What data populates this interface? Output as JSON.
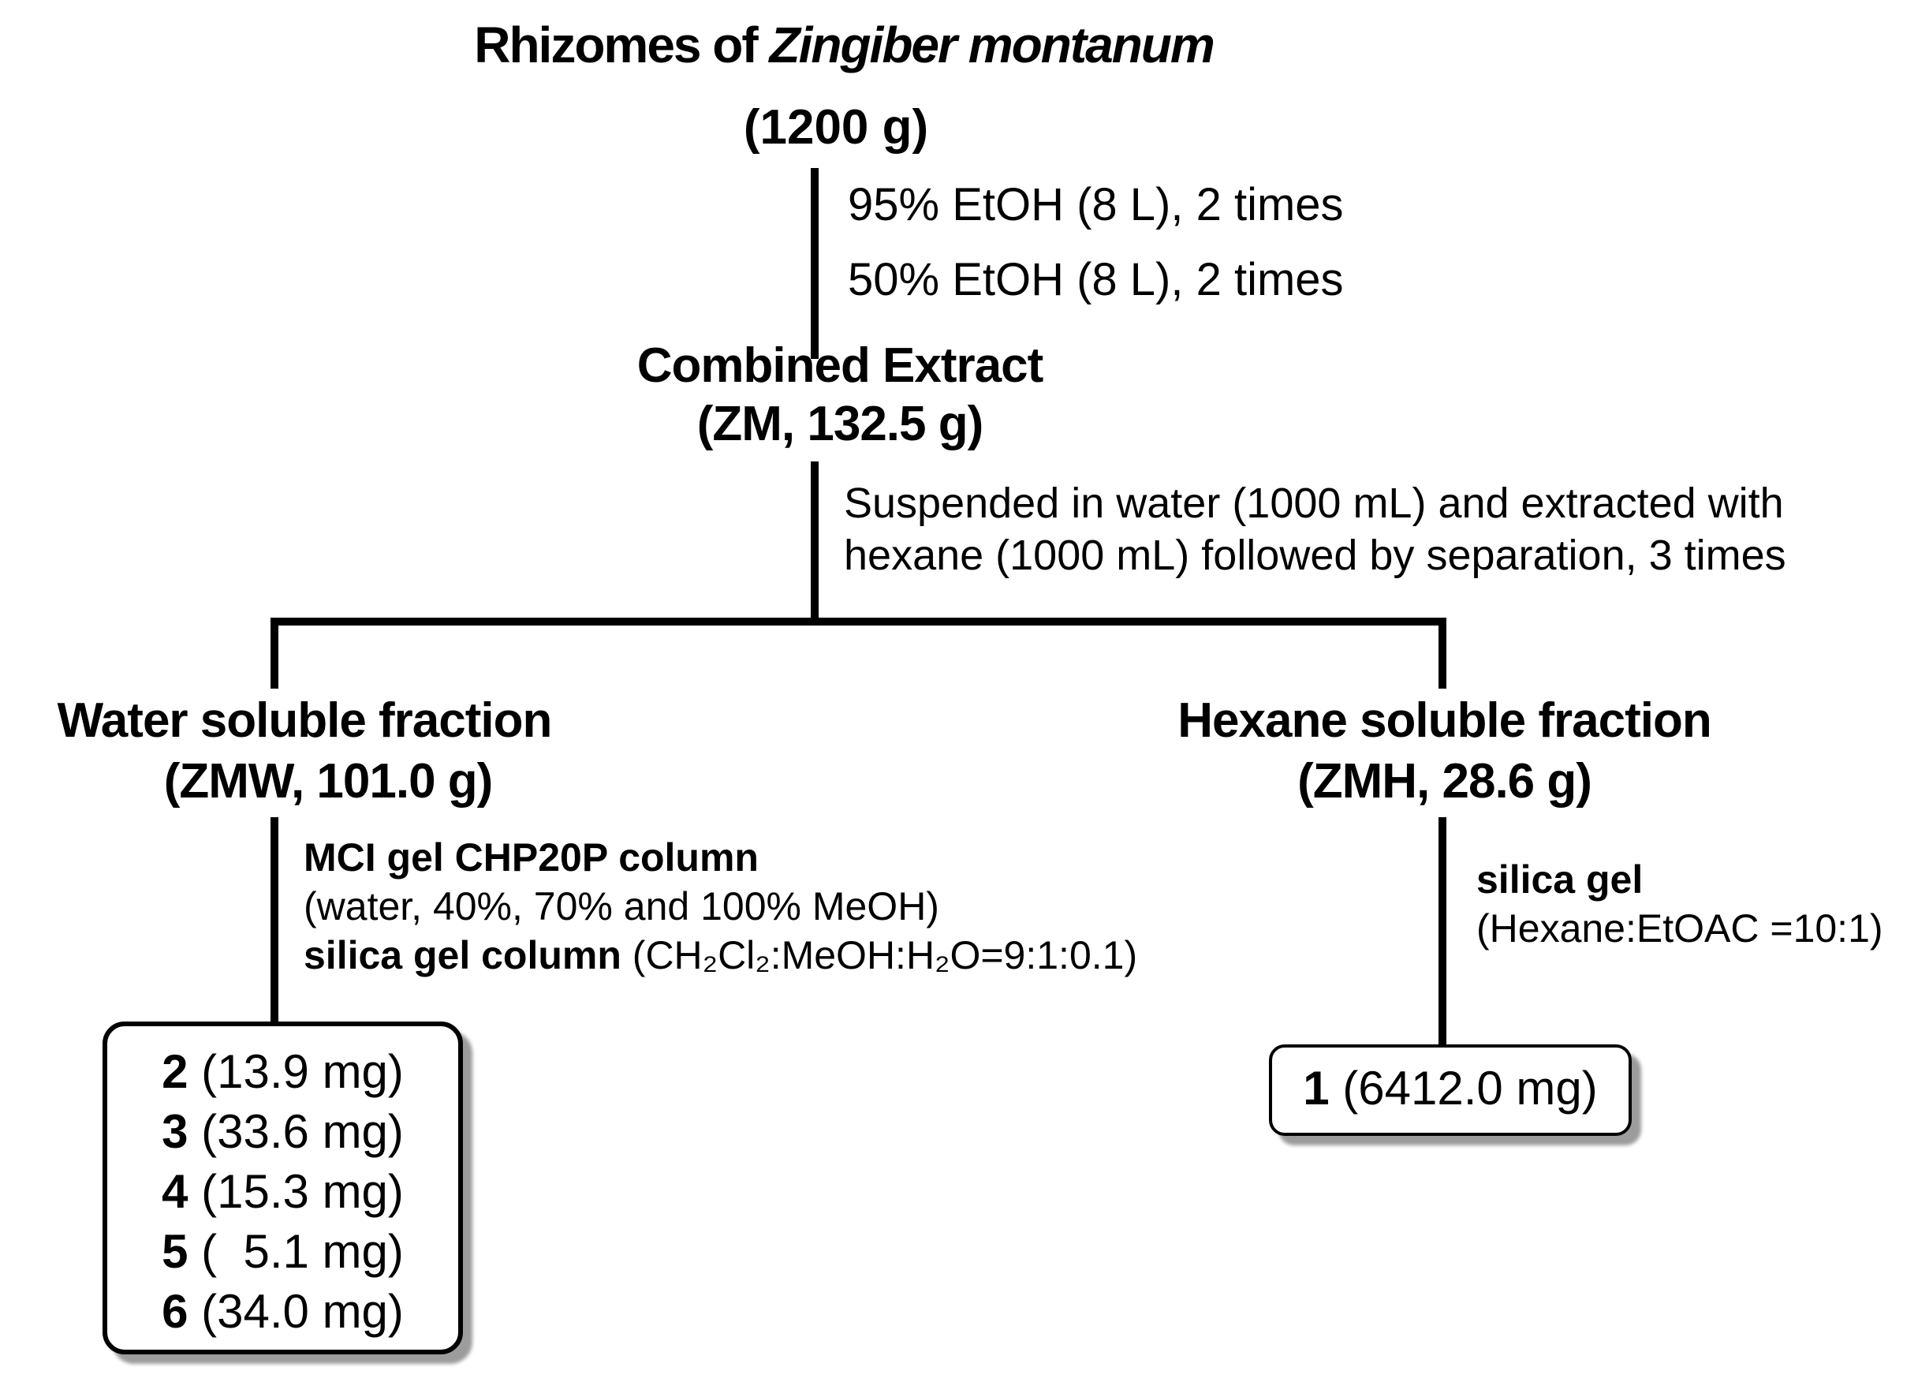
{
  "figure": {
    "title": {
      "prefix": "Rhizomes of ",
      "species": "Zingiber montanum"
    },
    "source_amount": "(1200 g)",
    "extraction_steps": [
      "95% EtOH (8 L), 2 times",
      "50% EtOH (8 L), 2 times"
    ],
    "combined_extract": {
      "name": "Combined Extract",
      "amount": "(ZM, 132.5 g)"
    },
    "partition_note": [
      "Suspended in water (1000 mL) and extracted with",
      "hexane (1000 mL) followed by separation, 3 times"
    ],
    "water_fraction": {
      "name": "Water soluble fraction",
      "amount": "(ZMW, 101.0 g)",
      "column_step1_bold": "MCI gel CHP20P column",
      "column_step1_detail": "(water, 40%, 70% and 100% MeOH)",
      "column_step2_bold": "silica gel column",
      "column_step2_detail": " (CH₂Cl₂:MeOH:H₂O=9:1:0.1)",
      "compounds": [
        {
          "id": "2",
          "amount": " (13.9 mg)"
        },
        {
          "id": "3",
          "amount": " (33.6 mg)"
        },
        {
          "id": "4",
          "amount": " (15.3 mg)"
        },
        {
          "id": "5",
          "amount": " (  5.1 mg)"
        },
        {
          "id": "6",
          "amount": " (34.0 mg)"
        }
      ]
    },
    "hexane_fraction": {
      "name": "Hexane soluble fraction",
      "amount": "(ZMH, 28.6 g)",
      "column_step1_bold": "silica gel",
      "column_step1_detail": "(Hexane:EtOAC =10:1)",
      "compounds": [
        {
          "id": "1",
          "amount": " (6412.0 mg)"
        }
      ]
    },
    "colors": {
      "line": "#000000",
      "text": "#000000",
      "box_shadow": "#9c9c9c",
      "background": "#ffffff"
    }
  }
}
